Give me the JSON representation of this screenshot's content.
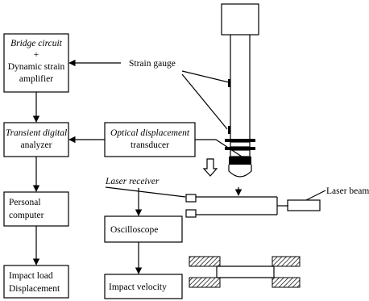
{
  "boxes": {
    "bridge_line1": "Bridge circuit",
    "bridge_line2": "+",
    "bridge_line3": "Dynamic strain",
    "bridge_line4": "amplifier",
    "transient_line1": "Transient digital",
    "transient_line2": "analyzer",
    "optical_line1": "Optical displacement",
    "optical_line2": "transducer",
    "pc_line1": "Personal",
    "pc_line2": "computer",
    "impact_line1": "Impact load",
    "impact_line2": "Displacement",
    "oscilloscope": "Oscilloscope",
    "velocity": "Impact velocity"
  },
  "labels": {
    "strain_gauge": "Strain gauge",
    "laser_receiver": "Laser receiver",
    "laser_beam": "Laser beam"
  }
}
